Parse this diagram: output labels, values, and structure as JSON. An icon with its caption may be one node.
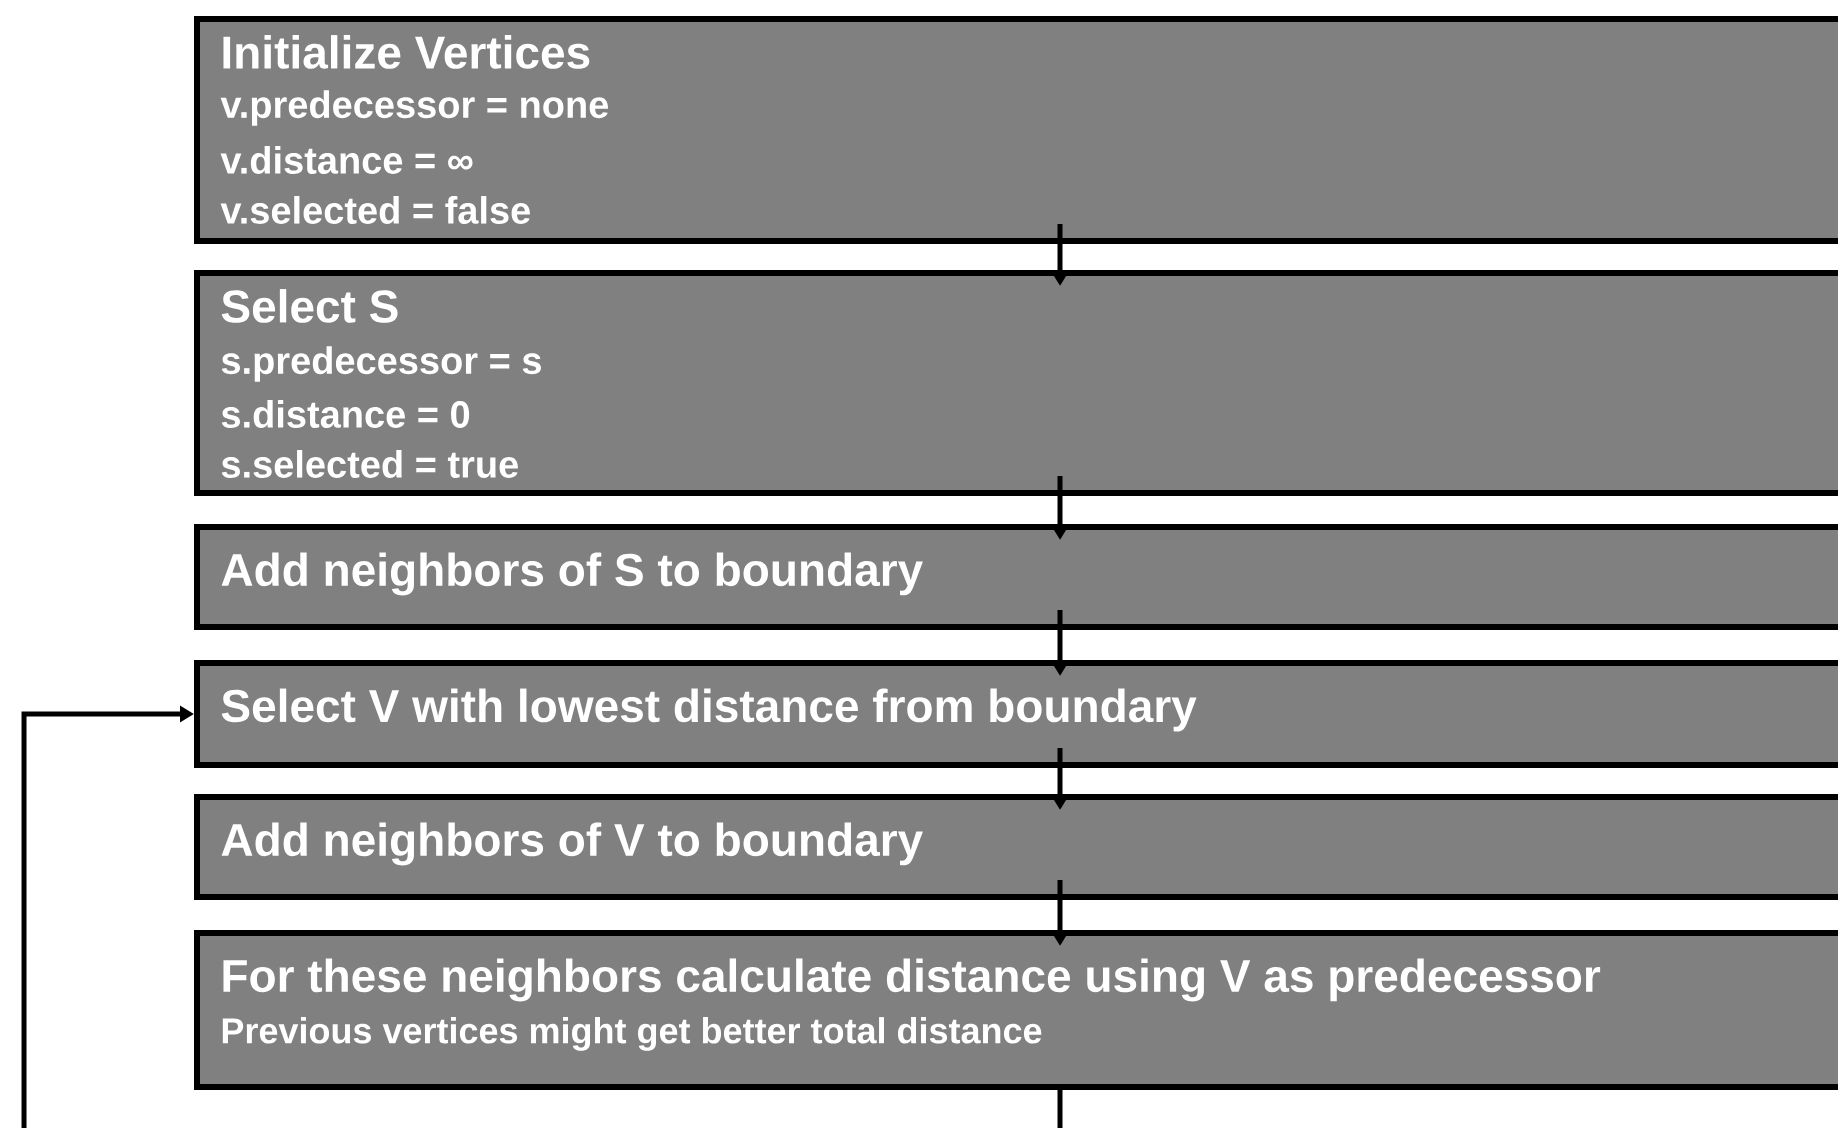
{
  "diagram": {
    "nodes": [
      {
        "text": [
          "Initialize Vertices",
          "v.predecessor = none",
          "v.distance = ∞",
          "v.selected = false"
        ]
      },
      {
        "text": [
          "Select S",
          "s.predecessor = s",
          "s.distance = 0",
          "s.selected = true"
        ]
      },
      {
        "text": [
          "Add neighbors of S to boundary"
        ]
      },
      {
        "text": [
          "Select V with lowest distance from boundary"
        ]
      },
      {
        "text": [
          "Add neighbors of V to boundary"
        ]
      },
      {
        "text": [
          "For these neighbors calculate distance using V as predecessor",
          "Previous vertices might get better total distance"
        ]
      }
    ],
    "edges": [
      {
        "from": 0,
        "to": 1,
        "arrow": "to"
      },
      {
        "from": 1,
        "to": 2,
        "arrow": "to"
      },
      {
        "from": 2,
        "to": 3,
        "arrow": "to"
      },
      {
        "from": 3,
        "to": 4,
        "arrow": "to"
      },
      {
        "from": 4,
        "to": 5,
        "arrow": "to"
      },
      {
        "from": 5,
        "to": null,
        "arrow": "none"
      },
      {
        "from": null,
        "to": 3,
        "arrow": "to"
      }
    ]
  }
}
